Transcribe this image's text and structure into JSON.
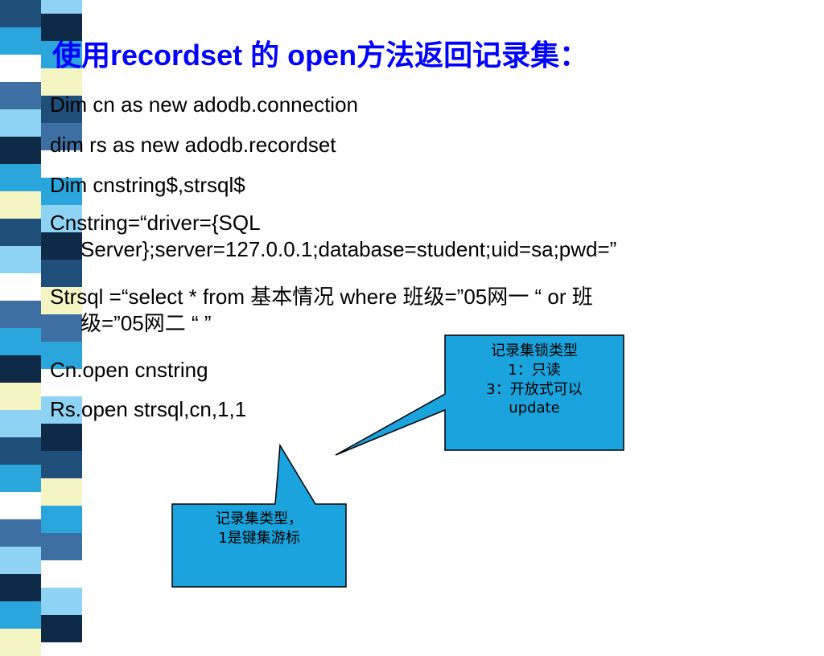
{
  "slide": {
    "title": "使用recordset 的 open方法返回记录集：",
    "code_lines": [
      {
        "text": "Dim cn as new adodb.connection"
      },
      {
        "text": "dim rs as new adodb.recordset"
      },
      {
        "text": "Dim cnstring$,strsql$"
      },
      {
        "text": "Cnstring=“driver={SQL",
        "cont": "Server};server=127.0.0.1;database=student;uid=sa;pwd=”"
      },
      {
        "text": "Strsql =“select * from 基本情况 where 班级=”05网一 “ or 班",
        "cont": "级=”05网二 “ ”"
      },
      {
        "text": "Cn.open cnstring"
      },
      {
        "text": "Rs.open strsql,cn,1,1"
      }
    ]
  },
  "callouts": {
    "lock_type": {
      "lines": [
        "记录集锁类型",
        "1：只读",
        "3：开放式可以",
        "update"
      ]
    },
    "cursor_type": {
      "lines": [
        "记录集类型，",
        "1是键集游标"
      ]
    }
  },
  "colors": {
    "title": "#0000ff",
    "callout_fill": "#1aa3dc",
    "callout_border": "#000000",
    "stripe_palette": [
      "#1f4e7a",
      "#3d6fa3",
      "#2aa6dc",
      "#8fd3f4",
      "#f5f5c4",
      "#ffffff",
      "#0e2a47"
    ]
  }
}
